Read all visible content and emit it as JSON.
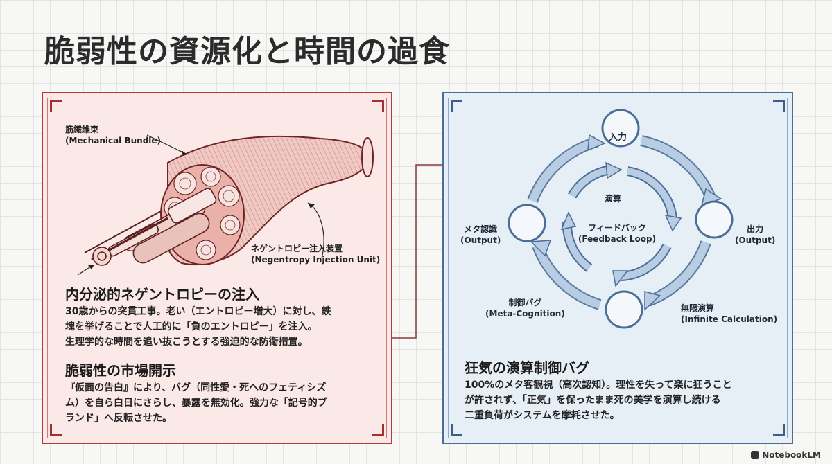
{
  "title": "脆弱性の資源化と時間の過食",
  "left": {
    "labels": {
      "bundle_jp": "筋繊維束",
      "bundle_en": "(Mechanical Bundle)",
      "injector_jp": "ネゲントロピー注入装置",
      "injector_en": "(Negentropy Injection Unit)"
    },
    "section1": {
      "heading": "内分泌的ネゲントロピーの注入",
      "lines": [
        "30歳からの突貫工事。老い（エントロピー増大）に対し、鉄",
        "塊を挙げることで人工的に「負のエントロピー」を注入。",
        "生理学的な時間を追い抜こうとする強迫的な防衛措置。"
      ]
    },
    "section2": {
      "heading": "脆弱性の市場開示",
      "lines": [
        "『仮面の告白』により、バグ（同性愛・死へのフェティシズ",
        "ム）を自ら白日にさらし、暴露を無効化。強力な「記号的ブ",
        "ランド」へ反転させた。"
      ]
    }
  },
  "right": {
    "cycle": {
      "top": "入力",
      "right_jp": "出力",
      "right_en": "(Output)",
      "left_jp": "メタ認識",
      "left_en": "(Output)",
      "bottom_right_jp": "無限演算",
      "bottom_right_en": "(Infinite Calculation)",
      "bottom_left_jp": "制御バグ",
      "bottom_left_en": "(Meta-Cognition)",
      "inner_top": "演算",
      "center_jp": "フィードバック",
      "center_en": "(Feedback Loop)"
    },
    "section": {
      "heading": "狂気の演算制御バグ",
      "lines": [
        "100%のメタ客観視（高次認知）。理性を失って楽に狂うこと",
        "が許されず、「正気」を保ったまま死の美学を演算し続ける",
        "二重負荷がシステムを摩耗させた。"
      ]
    }
  },
  "brand": "NotebookLM",
  "colors": {
    "red": "#b53a3a",
    "blue": "#4a6e96",
    "arrow_fill": "#b8cde3"
  },
  "icons": [
    "muscle-fiber-illustration",
    "cycle-arrow-icon",
    "notebooklm-logo-icon"
  ]
}
